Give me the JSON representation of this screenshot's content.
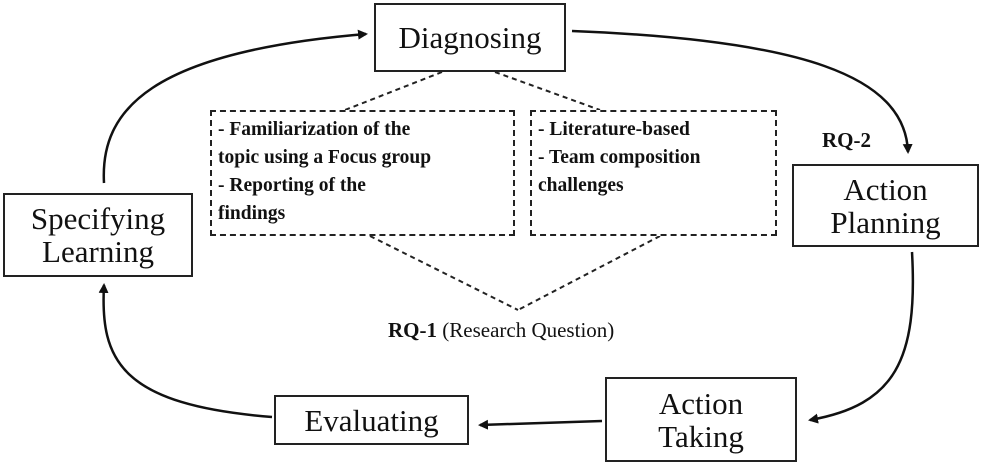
{
  "nodes": {
    "diagnosing": "Diagnosing",
    "action_planning": [
      "Action",
      "Planning"
    ],
    "action_taking": [
      "Action",
      "Taking"
    ],
    "evaluating": "Evaluating",
    "specifying_learning": [
      "Specifying",
      "Learning"
    ]
  },
  "notes": {
    "left": [
      "- Familiarization of the",
      "topic using a Focus group",
      "- Reporting of the",
      "findings"
    ],
    "right": [
      "- Literature-based",
      "- Team composition",
      "challenges"
    ]
  },
  "labels": {
    "rq1_bold": "RQ-1",
    "rq1_rest": "(Research Question)",
    "rq2": "RQ-2"
  }
}
